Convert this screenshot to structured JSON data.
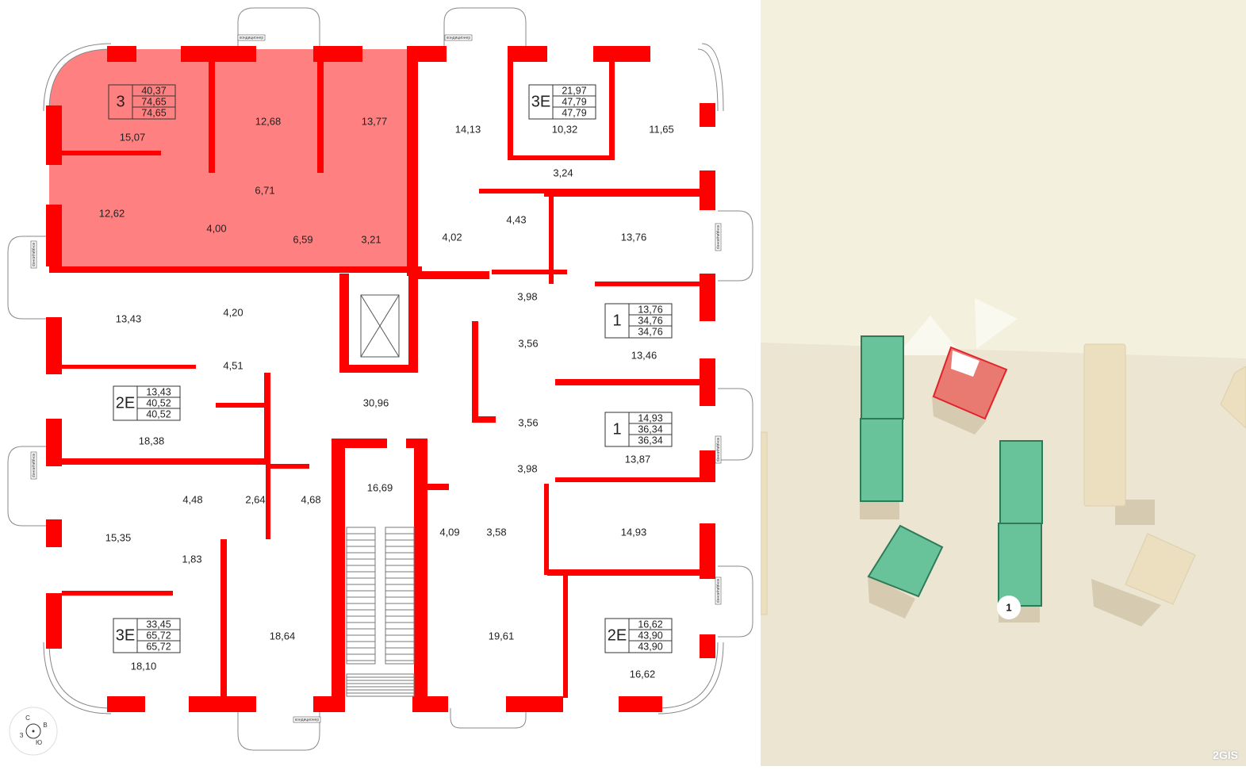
{
  "floor_plan": {
    "rooms": [
      "15,07",
      "12,68",
      "13,77",
      "14,13",
      "10,32",
      "11,65",
      "12,62",
      "6,71",
      "3,24",
      "4,00",
      "6,59",
      "3,21",
      "4,02",
      "4,43",
      "13,76",
      "13,43",
      "4,20",
      "3,98",
      "3,56",
      "13,46",
      "4,51",
      "30,96",
      "18,38",
      "3,56",
      "13,87",
      "16,69",
      "3,98",
      "4,48",
      "2,64",
      "4,68",
      "15,35",
      "4,09",
      "3,58",
      "14,93",
      "1,83",
      "18,64",
      "19,61",
      "18,10",
      "16,62"
    ],
    "apartments": [
      {
        "rooms": "3",
        "living": "40,37",
        "total": "74,65",
        "total_with_balcony": "74,65",
        "selected": true
      },
      {
        "rooms": "3E",
        "living": "21,97",
        "total": "47,79",
        "total_with_balcony": "47,79",
        "selected": false
      },
      {
        "rooms": "2E",
        "living": "13,43",
        "total": "40,52",
        "total_with_balcony": "40,52",
        "selected": false
      },
      {
        "rooms": "1",
        "living": "13,76",
        "total": "34,76",
        "total_with_balcony": "34,76",
        "selected": false
      },
      {
        "rooms": "1",
        "living": "14,93",
        "total": "36,34",
        "total_with_balcony": "36,34",
        "selected": false
      },
      {
        "rooms": "3E",
        "living": "33,45",
        "total": "65,72",
        "total_with_balcony": "65,72",
        "selected": false
      },
      {
        "rooms": "2E",
        "living": "16,62",
        "total": "43,90",
        "total_with_balcony": "43,90",
        "selected": false
      }
    ],
    "ac_label": "кондиционер",
    "compass": {
      "n": "С",
      "e": "В",
      "s": "Ю",
      "w": "З"
    },
    "colors": {
      "wall": "#ff0000",
      "selected_fill": "#ff8080"
    }
  },
  "map": {
    "marker_label": "1",
    "brand": "2GIS",
    "colors": {
      "highlight": "#e97a72",
      "available": "#68c29a",
      "other": "#ecdfbf",
      "ground": "#ebe5d2"
    }
  }
}
